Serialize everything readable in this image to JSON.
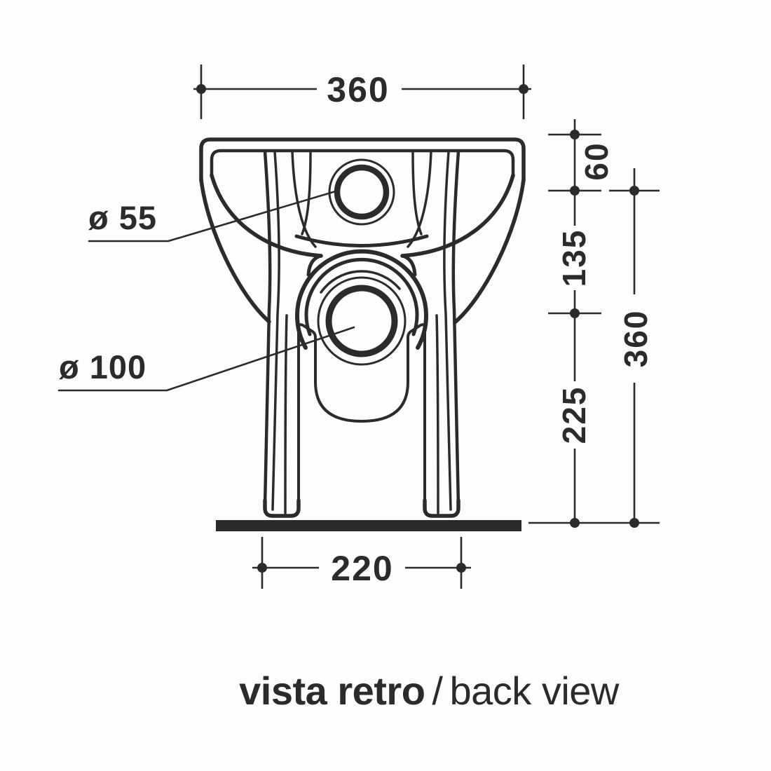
{
  "drawing": {
    "caption": {
      "primary": "vista retro",
      "separator": "/",
      "secondary": "back view"
    },
    "dimensions": {
      "overall_width": "360",
      "rim_to_inlet": "60",
      "inlet_to_outlet": "135",
      "outlet_to_floor": "225",
      "overall_height": "360",
      "base_width": "220",
      "inlet_hole_diameter": "ø 55",
      "outlet_hole_diameter": "ø 100"
    },
    "colors": {
      "line": "#2b2b2b",
      "floor_bar": "#2a2a2a",
      "text": "#2b2b2b",
      "background": "#fdfdfd"
    }
  }
}
